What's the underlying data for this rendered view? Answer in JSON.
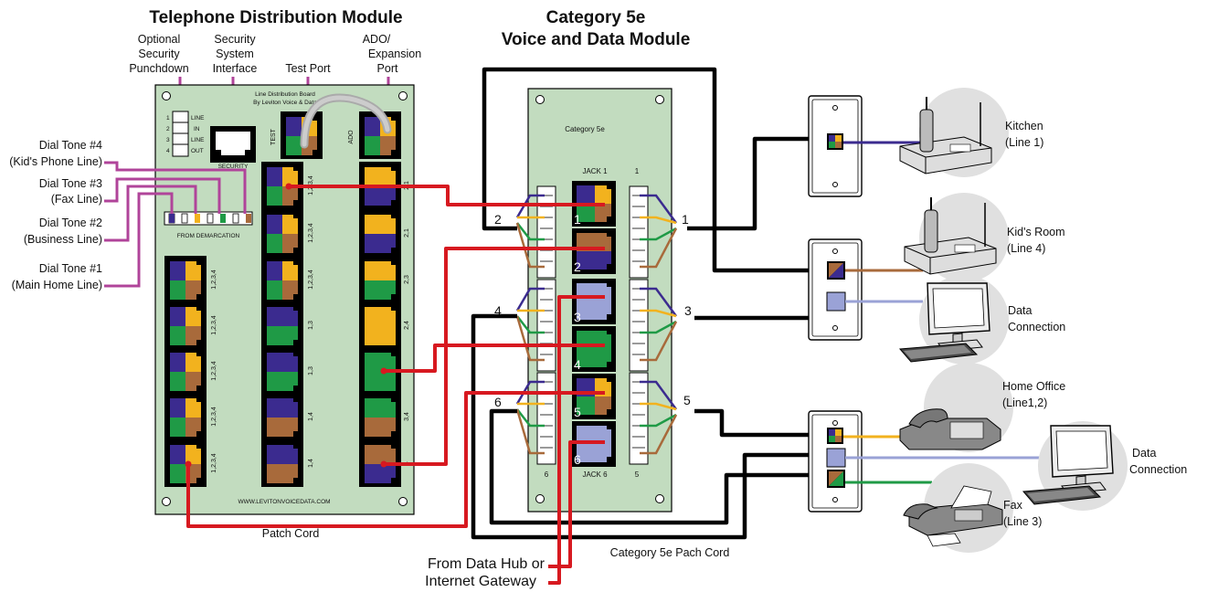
{
  "titles": {
    "telephone_module": "Telephone Distribution Module",
    "cat5e_line1": "Category 5e",
    "cat5e_line2": "Voice and Data Module"
  },
  "top_labels": {
    "security_punchdown": [
      "Optional",
      "Security",
      "Punchdown"
    ],
    "security_interface": [
      "Security",
      "System",
      "Interface"
    ],
    "test_port": "Test Port",
    "ado_port": [
      "ADO/",
      "Expansion",
      "Port"
    ]
  },
  "board": {
    "header": [
      "Line Distribution Board",
      "By Leviton Voice & Data"
    ],
    "security_label": "SECURITY",
    "test_label": "TEST",
    "ado_label": "ADO",
    "from_demarcation": "FROM DEMARCATION",
    "url": "WWW.LEVITONVOICEDATA.COM",
    "punch_rows": [
      {
        "num": "1",
        "label": "LINE"
      },
      {
        "num": "2",
        "label": "IN"
      },
      {
        "num": "3",
        "label": "LINE"
      },
      {
        "num": "4",
        "label": "OUT"
      }
    ],
    "left_col_labels": [
      "1,2,3,4",
      "1,2,3,4",
      "1,2,3,4",
      "1,2,3,4",
      "1,2,3,4"
    ],
    "mid_col_labels": [
      "1,2,3,4",
      "1,2,3,4",
      "1,2,3,4",
      "1,3",
      "1,3",
      "1,4",
      "1,4"
    ],
    "right_col_labels": [
      "2,1",
      "2,1",
      "2,3",
      "2,4",
      "3",
      "3,4",
      "4"
    ]
  },
  "dial_tones": [
    {
      "line1": "Dial Tone #4",
      "line2": "(Kid's Phone Line)"
    },
    {
      "line1": "Dial Tone #3",
      "line2": "(Fax Line)"
    },
    {
      "line1": "Dial Tone #2",
      "line2": "(Business Line)"
    },
    {
      "line1": "Dial Tone #1",
      "line2": "(Main Home Line)"
    }
  ],
  "cat5_panel": {
    "header": "Category  5e",
    "jack1": "JACK 1",
    "jack6": "JACK 6",
    "jack_numbers": [
      "1",
      "2",
      "3",
      "4",
      "5",
      "6"
    ],
    "col_top": "1",
    "col_bottom_left": "6",
    "col_bottom_right": "5",
    "side_numbers": [
      "1",
      "2",
      "3",
      "4",
      "5",
      "6"
    ]
  },
  "bottom_labels": {
    "patch_cord": "Patch Cord",
    "cat5e_patch_cord": "Category 5e Pach Cord",
    "data_hub": [
      "From Data Hub or",
      "Internet Gateway"
    ]
  },
  "devices": {
    "kitchen": [
      "Kitchen",
      "(Line 1)"
    ],
    "kids_room": [
      "Kid's Room",
      "(Line 4)"
    ],
    "data_connection_1": [
      "Data",
      "Connection"
    ],
    "home_office": [
      "Home Office",
      "(Line1,2)"
    ],
    "data_connection_2": [
      "Data",
      "Connection"
    ],
    "fax": [
      "Fax",
      "(Line 3)"
    ]
  },
  "colors": {
    "board_green": "#c2dcbf",
    "purple_wire": "#b0449a",
    "red_wire": "#d71920",
    "blue_pair": "#3b2b8f",
    "orange_pair": "#f2b21e",
    "green_pair": "#1f9a46",
    "brown_pair": "#a86a3b",
    "lavender": "#9aa2d6"
  }
}
